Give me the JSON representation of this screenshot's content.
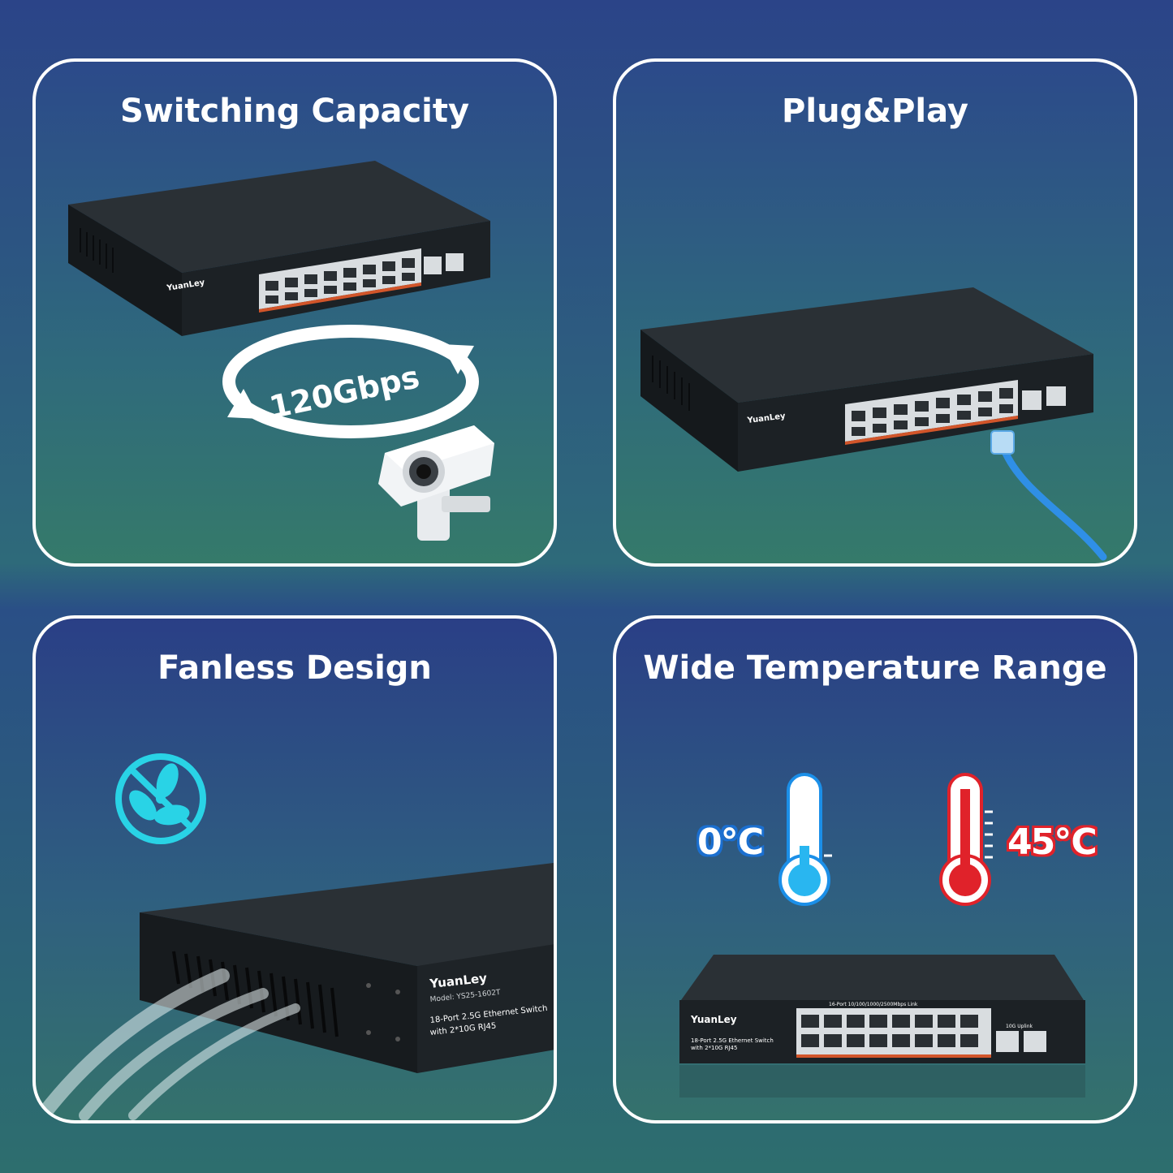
{
  "panels": [
    {
      "title": "Switching Capacity",
      "badge": "120Gbps"
    },
    {
      "title": "Plug&Play"
    },
    {
      "title": "Fanless Design"
    },
    {
      "title": "Wide Temperature Range",
      "min_temp": "0℃",
      "max_temp": "45℃"
    }
  ],
  "device": {
    "brand": "YuanLey",
    "model": "Model: YS25-1602T",
    "description_line1": "18-Port 2.5G Ethernet Switch",
    "description_line2": "with 2*10G RJ45",
    "port_header": "16-Port 10/100/1000/2500Mbps Link",
    "uplink_header": "10G Uplink"
  },
  "colors": {
    "frame": "#ffffff",
    "switch_body": "#1f2428",
    "fan_icon": "#29d3e6",
    "cable": "#2f8fe6",
    "cold": "#1b8fe8",
    "hot": "#e0222a"
  }
}
